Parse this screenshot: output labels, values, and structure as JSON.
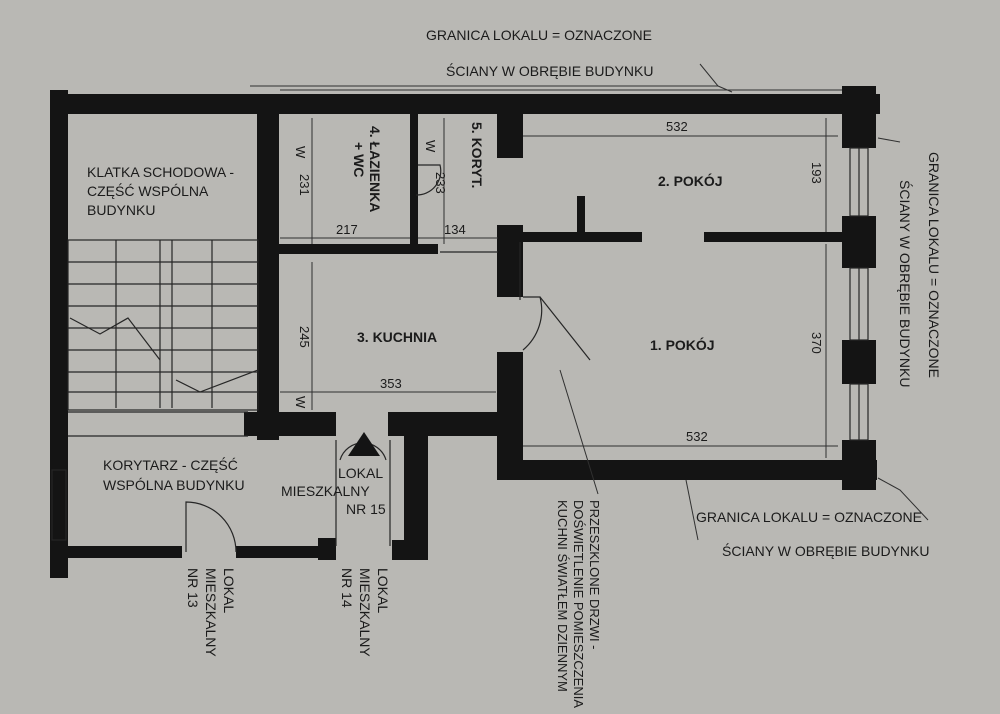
{
  "boundary_notes": {
    "top": {
      "line1": "GRANICA LOKALU = OZNACZONE",
      "line2": "ŚCIANY W OBRĘBIE BUDYNKU"
    },
    "right": {
      "line1": "GRANICA LOKALU = OZNACZONE",
      "line2": "ŚCIANY W OBRĘBIE BUDYNKU"
    },
    "bottom": {
      "line1": "GRANICA LOKALU = OZNACZONE",
      "line2": "ŚCIANY W OBRĘBIE BUDYNKU"
    }
  },
  "rooms": {
    "stairs": {
      "line1": "KLATKA SCHODOWA -",
      "line2": "CZĘŚĆ WSPÓLNA",
      "line3": "BUDYNKU"
    },
    "corridor_common": {
      "line1": "KORYTARZ - CZĘŚĆ",
      "line2": "WSPÓLNA BUDYNKU"
    },
    "bathroom": {
      "line1": "4. ŁAZIENKA",
      "line2": "+ WC"
    },
    "corridor": "5. KORYT.",
    "room2": "2. POKÓJ",
    "room1": "1. POKÓJ",
    "kitchen": "3. KUCHNIA"
  },
  "units": {
    "nr15": {
      "line1": "LOKAL",
      "line2": "MIESZKALNY",
      "line3": "NR 15"
    },
    "nr13": {
      "line1": "LOKAL",
      "line2": "MIESZKALNY",
      "line3": "NR 13"
    },
    "nr14": {
      "line1": "LOKAL",
      "line2": "MIESZKALNY",
      "line3": "NR 14"
    }
  },
  "glazed_door_note": {
    "line1": "PRZESZKLONE DRZWI -",
    "line2": "DOŚWIETLENIE POMIESZCZENIA",
    "line3": "KUCHNI ŚWIATŁEM DZIENNYM"
  },
  "dimensions": {
    "room2_width": "532",
    "room2_depth": "193",
    "room1_width": "532",
    "room1_depth": "370",
    "bathroom_depth": "231",
    "bathroom_width": "217",
    "corridor_depth": "233",
    "corridor_width": "134",
    "kitchen_depth": "245",
    "kitchen_width": "353"
  },
  "vent_marks": {
    "w1": "W",
    "w2": "W",
    "w3": "W"
  }
}
